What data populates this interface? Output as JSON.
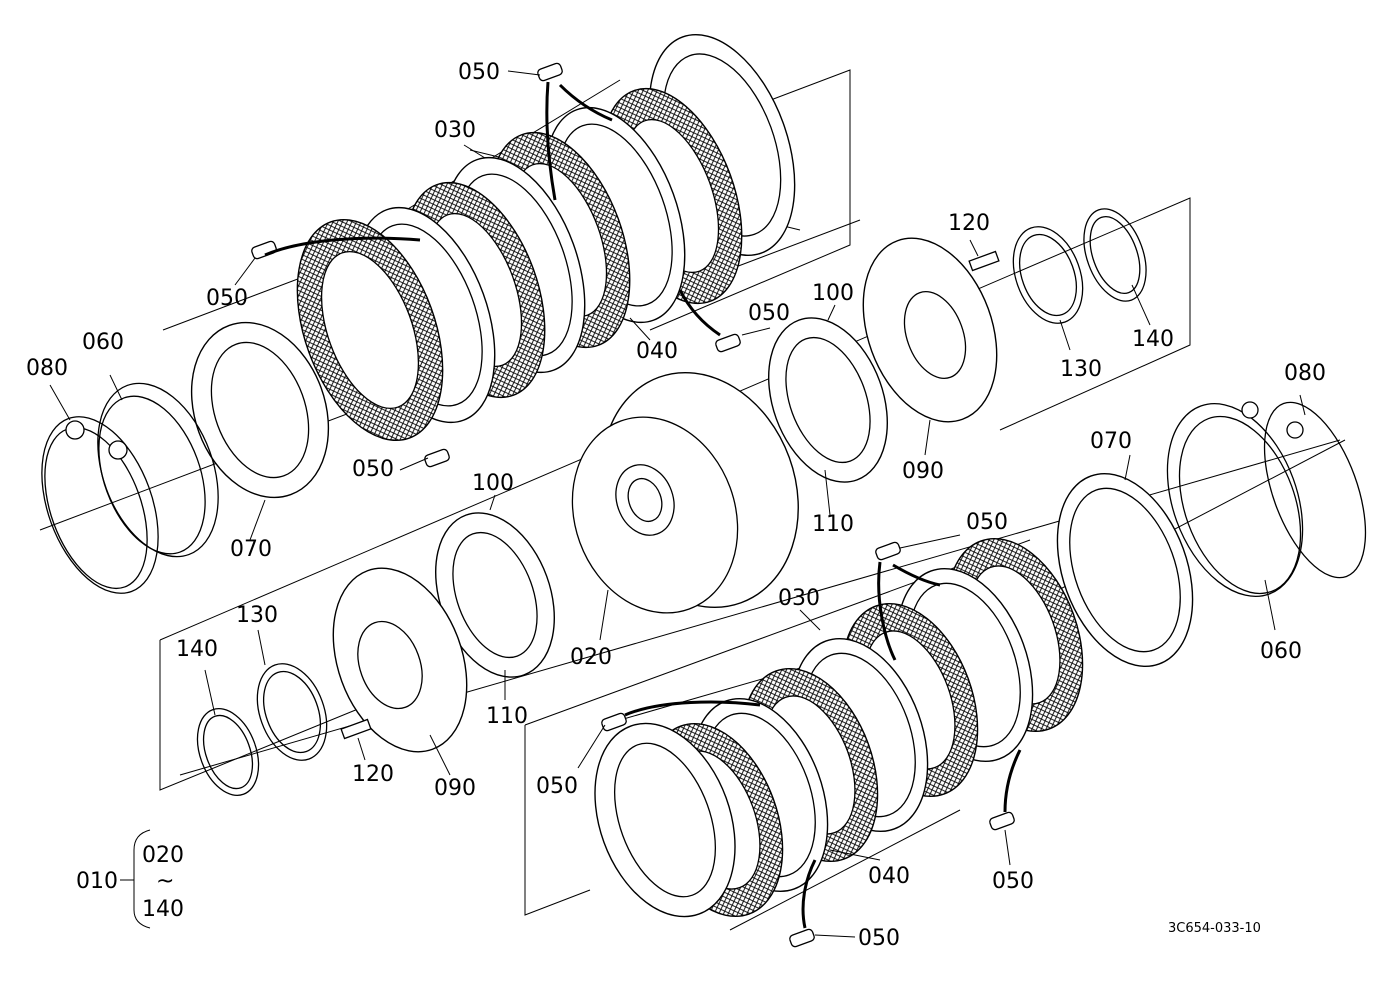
{
  "drawing_code": "3C654-033-10",
  "labels": {
    "l050_top": "050",
    "l030_top": "030",
    "l050_left": "050",
    "l060_left": "060",
    "l080_left": "080",
    "l070_left": "070",
    "l050_mid_left": "050",
    "l040_top": "040",
    "l050_top_right": "050",
    "l100_top": "100",
    "l120_top": "120",
    "l140_top": "140",
    "l130_top": "130",
    "l090_top": "090",
    "l110_top": "110",
    "l080_right": "080",
    "l070_right": "070",
    "l060_right": "060",
    "l100_mid": "100",
    "l020": "020",
    "l110_mid": "110",
    "l050_bottom_top": "050",
    "l030_bottom": "030",
    "l140_bottom": "140",
    "l130_bottom": "130",
    "l120_bottom": "120",
    "l090_bottom": "090",
    "l050_bottom_left": "050",
    "l040_bottom": "040",
    "l050_bottom_right": "050",
    "l050_bottom": "050"
  },
  "assembly_legend": {
    "assembly": "010",
    "from": "020",
    "tilde": "~",
    "to": "140"
  }
}
